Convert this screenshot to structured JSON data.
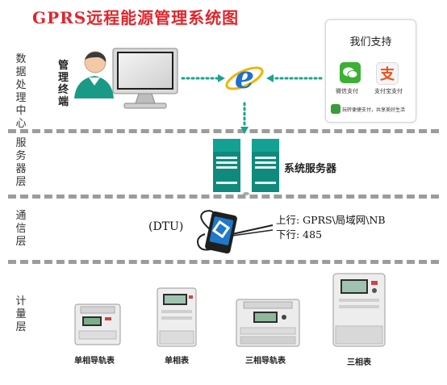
{
  "title": "GPRS远程能源管理系统图",
  "layers": {
    "data_center": "数据处理中心",
    "service": "服务器层",
    "communication": "通信层",
    "metering": "计量层"
  },
  "terminal_label": "管理终端",
  "payment": {
    "title": "我们支持",
    "wechat_label": "微信支付",
    "alipay_label": "支付宝支付",
    "footer": "玩转便捷支付，共享美好生活"
  },
  "server_label": "系统服务器",
  "dtu_label": "(DTU)",
  "uplink": "上行: GPRS\\局域网\\NB",
  "downlink": "下行: 485",
  "meters": [
    {
      "label": "单相导轨表"
    },
    {
      "label": "单相表"
    },
    {
      "label": "三相导轨表"
    },
    {
      "label": "三相表"
    }
  ],
  "colors": {
    "title": "#e0262d",
    "arrows": "#1aa38f",
    "server": "#0f8a7d"
  }
}
